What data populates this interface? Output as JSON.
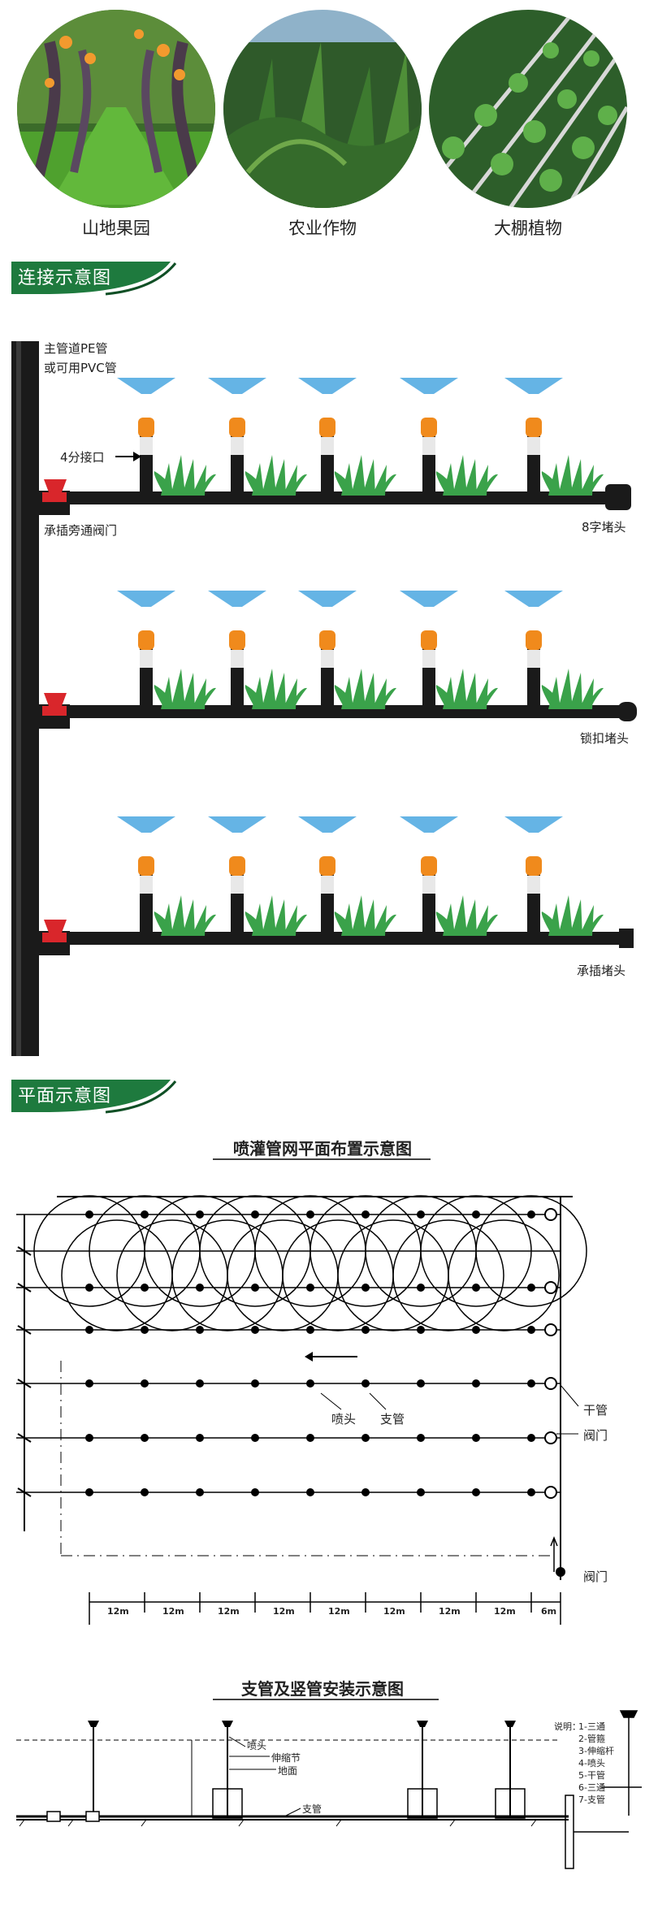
{
  "scenes": [
    {
      "label": "山地果园",
      "icon": "orchard-image"
    },
    {
      "label": "农业作物",
      "icon": "corn-field-image"
    },
    {
      "label": "大棚植物",
      "icon": "greenhouse-image"
    }
  ],
  "sections": {
    "connection": "连接示意图",
    "plan": "平面示意图"
  },
  "connection": {
    "main_pipe_line1": "主管道PE管",
    "main_pipe_line2": "或可用PVC管",
    "port": "4分接口",
    "valve": "承插旁通阀门",
    "end_row1": "8字堵头",
    "end_row2": "锁扣堵头",
    "end_row3": "承插堵头"
  },
  "plan": {
    "title": "喷灌管网平面布置示意图",
    "sprinkler": "喷头",
    "branch": "支管",
    "trunk": "干管",
    "valve1": "阀门",
    "valve2": "阀门",
    "spacing": [
      "12m",
      "12m",
      "12m",
      "12m",
      "12m",
      "12m",
      "12m",
      "12m",
      "6m"
    ]
  },
  "install": {
    "title": "支管及竖管安装示意图",
    "nozzle": "喷头",
    "telescopic": "伸缩节",
    "ground": "地面",
    "branch": "支管",
    "legend_title": "说明：",
    "legend": [
      "1-三通",
      "2-管箍",
      "3-伸缩杆",
      "4-喷头",
      "5-干管",
      "6-三通",
      "7-支管"
    ]
  },
  "colors": {
    "pipe": "#1a1a1a",
    "valve": "#d9262b",
    "nozzle": "#f08a1c",
    "spray": "#4aa7e0",
    "tab": "#1e7a3e"
  }
}
